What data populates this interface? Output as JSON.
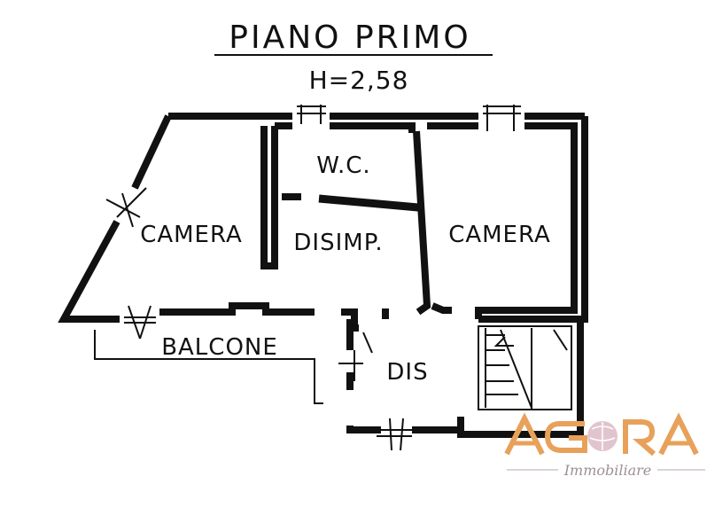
{
  "title": "PIANO PRIMO",
  "height_note": "H=2,58",
  "rooms": {
    "camera_left": "CAMERA",
    "wc": "W.C.",
    "disimp": "DISIMP.",
    "camera_right": "CAMERA",
    "balcone": "BALCONE",
    "dis": "DIS"
  },
  "logo": {
    "name": "AGORA",
    "tagline": "Immobiliare",
    "colors": {
      "orange": "#e8a15a",
      "globe": "#d9b7c2",
      "line": "#b7a9b0"
    }
  }
}
